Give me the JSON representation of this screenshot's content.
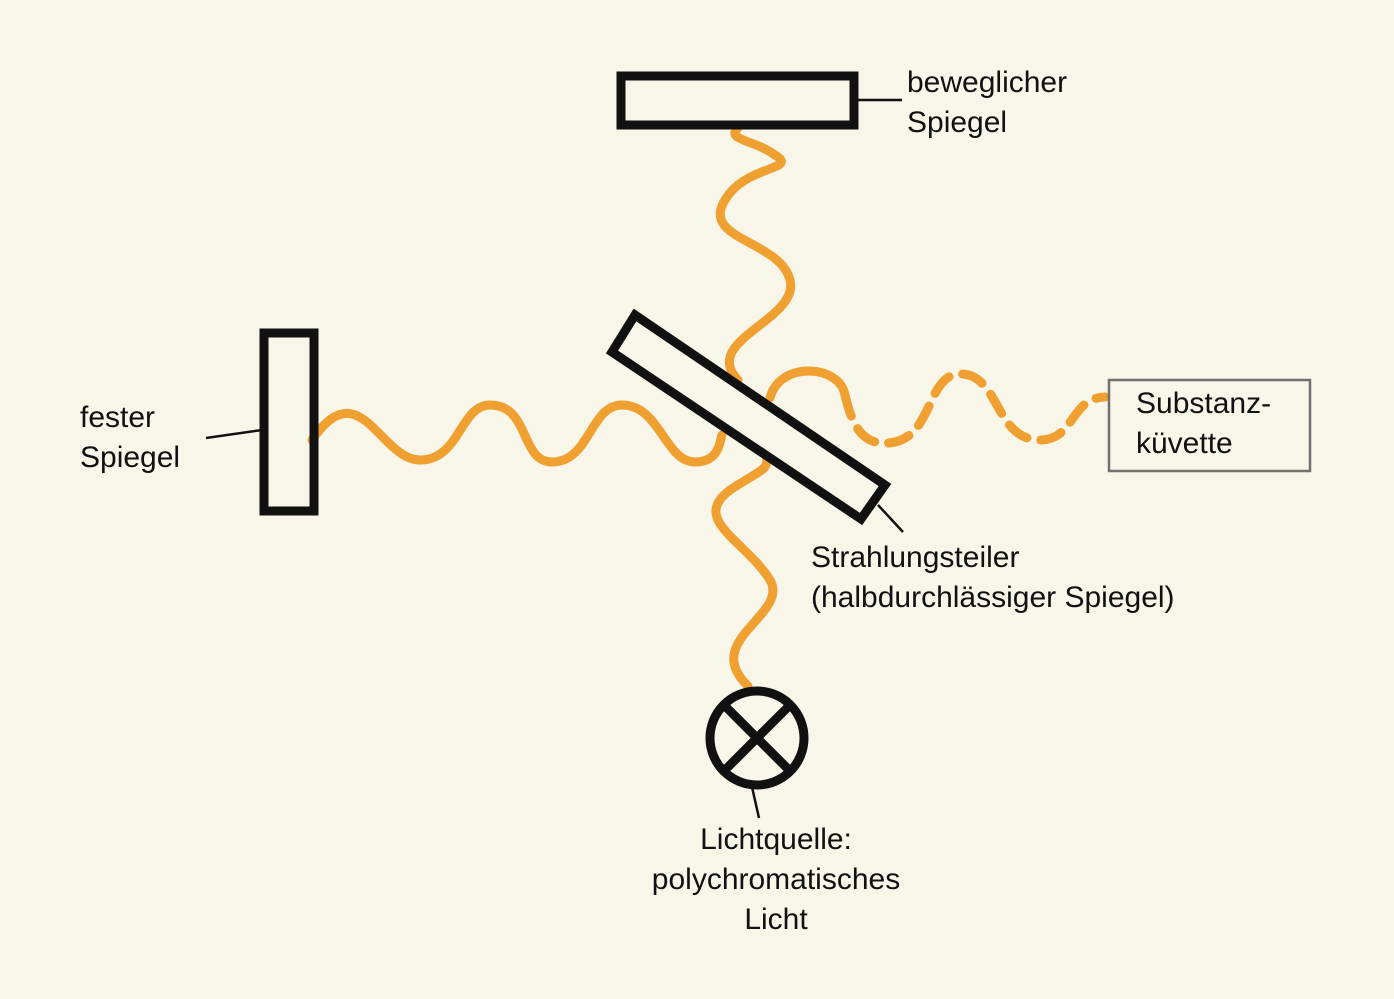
{
  "colors": {
    "background": "#f8f5e9",
    "beam": "#f0a030",
    "outline": "#111111",
    "cuvette_outline": "#707070"
  },
  "labels": {
    "movable_mirror": [
      "beweglicher",
      "Spiegel"
    ],
    "fixed_mirror": [
      "fester",
      "Spiegel"
    ],
    "cuvette": [
      "Substanz-",
      "küvette"
    ],
    "beam_splitter": [
      "Strahlungsteiler",
      "(halbdurchlässiger Spiegel)"
    ],
    "light_source": [
      "Lichtquelle:",
      "polychromatisches",
      "Licht"
    ]
  },
  "icons": {
    "light_source": "lamp-cross-circle-icon"
  }
}
